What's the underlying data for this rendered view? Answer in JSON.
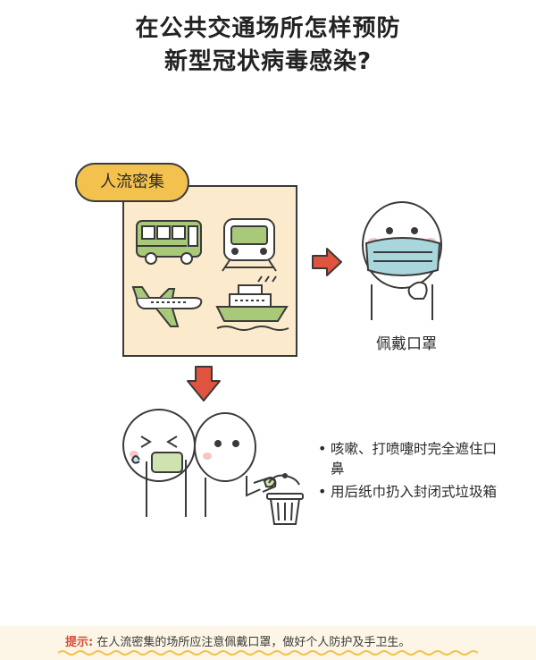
{
  "title": {
    "line1": "在公共交通场所怎样预防",
    "line2": "新型冠状病毒感染?"
  },
  "crowd": {
    "label": "人流密集"
  },
  "mask": {
    "label": "佩戴口罩"
  },
  "bullets": [
    {
      "text": "咳嗽、打喷嚏时完全遮住口鼻"
    },
    {
      "text": "用后纸巾扔入封闭式垃圾箱"
    }
  ],
  "tip": {
    "label": "提示:",
    "text": "在人流密集的场所应注意佩戴口罩，做好个人防护及手卫生。"
  },
  "colors": {
    "accent_red": "#e0533f",
    "tag_yellow": "#f2c14e",
    "box_cream": "#fbeacb",
    "vehicle_green": "#a9c97a",
    "mask_blue": "#a9d6dc"
  },
  "icons": [
    "bus-icon",
    "train-icon",
    "airplane-icon",
    "ship-icon",
    "right-arrow-icon",
    "down-arrow-icon",
    "trash-can-icon"
  ]
}
